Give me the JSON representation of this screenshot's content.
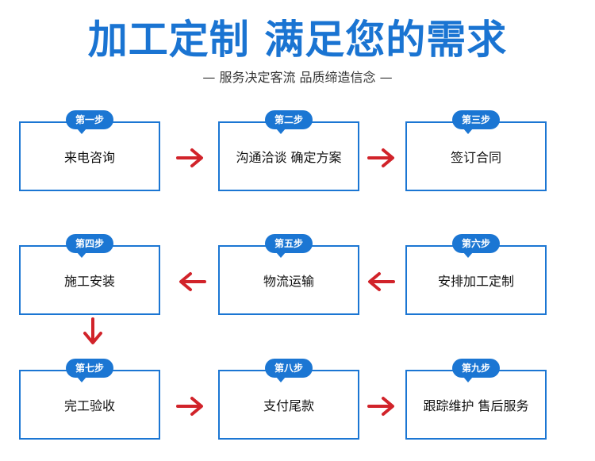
{
  "header": {
    "title": "加工定制 满足您的需求",
    "subtitle": "— 服务决定客流  品质缔造信念 —"
  },
  "steps": [
    {
      "badge": "第一步",
      "label": "来电咨询"
    },
    {
      "badge": "第二步",
      "label": "沟通洽谈 确定方案"
    },
    {
      "badge": "第三步",
      "label": "签订合同"
    },
    {
      "badge": "第四步",
      "label": "施工安装"
    },
    {
      "badge": "第五步",
      "label": "物流运输"
    },
    {
      "badge": "第六步",
      "label": "安排加工定制"
    },
    {
      "badge": "第七步",
      "label": "完工验收"
    },
    {
      "badge": "第八步",
      "label": "支付尾款"
    },
    {
      "badge": "第九步",
      "label": "跟踪维护 售后服务"
    }
  ],
  "colors": {
    "accent": "#1b76d3",
    "title": "#1a74d2",
    "arrow": "#d1232a"
  },
  "icons": {
    "arrow_right": "right-arrow-icon",
    "arrow_left": "left-arrow-icon",
    "arrow_down": "down-arrow-icon"
  }
}
